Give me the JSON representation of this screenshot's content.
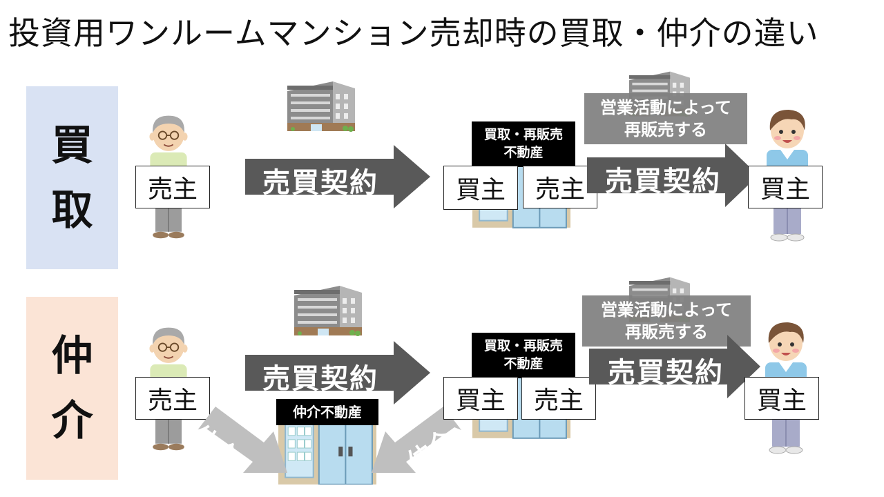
{
  "title": "投資用ワンルームマンション売却時の買取・仲介の違い",
  "colors": {
    "kaitori_panel": "#d9e2f3",
    "chukai_panel": "#fbe4d6",
    "arrow_dark": "#595959",
    "arrow_light": "#bfbfbf",
    "gray_box": "#808080"
  },
  "rows": {
    "kaitori": {
      "label_1": "買",
      "label_2": "取",
      "seller": "売主",
      "contract_1": "売買契約",
      "company": "買取・再販売\n不動産",
      "buyer_role": "買主",
      "seller_role": "売主",
      "resale_note": "営業活動によって\n再販売する",
      "contract_2": "売買契約",
      "end_buyer": "買主"
    },
    "chukai": {
      "label_1": "仲",
      "label_2": "介",
      "seller": "売主",
      "contract_1": "売買契約",
      "broker": "仲介不動産",
      "broker_arrow_left": "仲介",
      "broker_arrow_right": "仲介",
      "company": "買取・再販売\n不動産",
      "buyer_role": "買主",
      "seller_role": "売主",
      "resale_note": "営業活動によって\n再販売する",
      "contract_2": "売買契約",
      "end_buyer": "買主"
    }
  }
}
